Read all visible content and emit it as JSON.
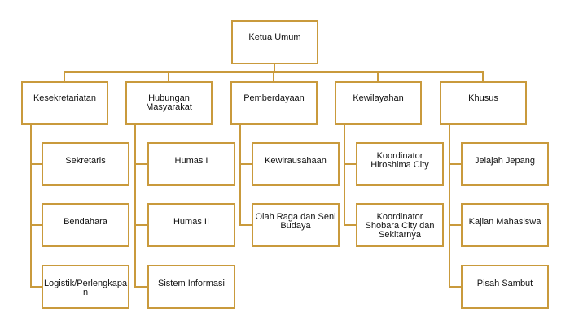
{
  "title": "Ketua Umum",
  "divisions": [
    {
      "label": "Kesekretariatan",
      "children": [
        "Sekretaris",
        "Bendahara",
        "Logistik/Perlengkapa n"
      ]
    },
    {
      "label": "Hubungan Masyarakat",
      "children": [
        "Humas I",
        "Humas II",
        "Sistem Informasi"
      ]
    },
    {
      "label": "Pemberdayaan",
      "children": [
        "Kewirausahaan",
        "Olah Raga dan Seni Budaya"
      ]
    },
    {
      "label": "Kewilayahan",
      "children": [
        "Koordinator Hiroshima City",
        "Koordinator Shobara City dan Sekitarnya"
      ]
    },
    {
      "label": "Khusus",
      "children": [
        "Jelajah Jepang",
        "Kajian Mahasiswa",
        "Pisah Sambut"
      ]
    }
  ],
  "colors": {
    "line": "#c99a3c"
  }
}
